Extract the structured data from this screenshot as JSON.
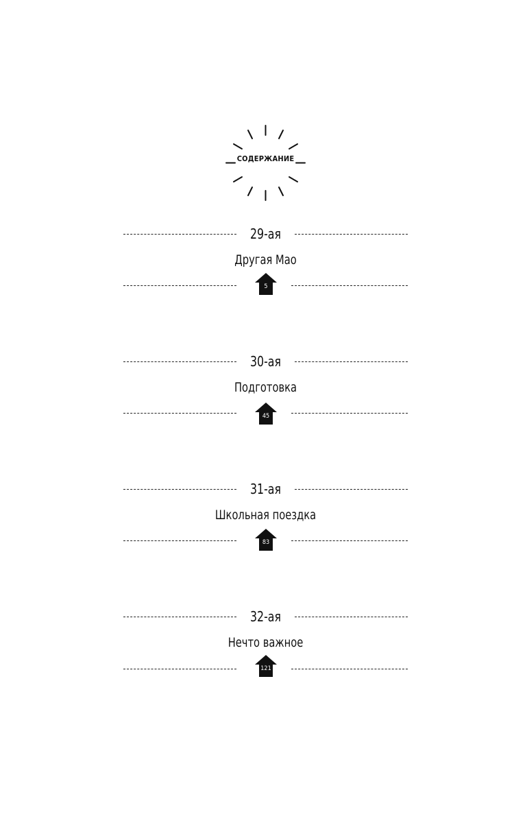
{
  "header": {
    "title": "СОДЕРЖАНИЕ"
  },
  "entries": [
    {
      "number": "29-ая",
      "title": "Другая Мао",
      "page": "5"
    },
    {
      "number": "30-ая",
      "title": "Подготовка",
      "page": "45"
    },
    {
      "number": "31-ая",
      "title": "Школьная поездка",
      "page": "83"
    },
    {
      "number": "32-ая",
      "title": "Нечто важное",
      "page": "121"
    }
  ]
}
